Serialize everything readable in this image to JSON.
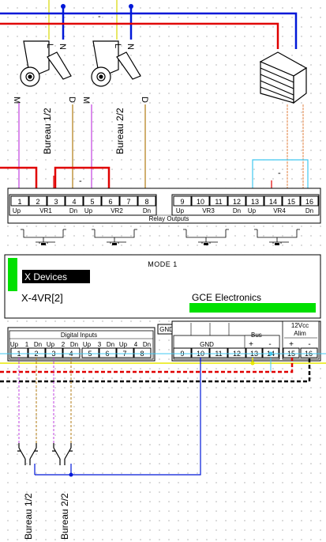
{
  "module": {
    "mode": "MODE 1",
    "brand": "X Devices",
    "model": "X-4VR[2]",
    "manufacturer": "GCE Electronics"
  },
  "relay_outputs": {
    "title": "Relay Outputs",
    "terminals": [
      "1",
      "2",
      "3",
      "4",
      "5",
      "6",
      "7",
      "8",
      "9",
      "10",
      "11",
      "12",
      "13",
      "14",
      "15",
      "16"
    ],
    "sublabels": [
      "Up",
      "VR1",
      "Dn",
      "Up",
      "VR2",
      "Dn",
      "Up",
      "VR3",
      "Dn",
      "Up",
      "VR4",
      "Dn"
    ]
  },
  "digital_inputs": {
    "title": "Digital Inputs",
    "sublabels": [
      "Up",
      "1",
      "Dn",
      "Up",
      "2",
      "Dn",
      "Up",
      "3",
      "Dn",
      "Up",
      "4",
      "Dn"
    ],
    "terminals": [
      "1",
      "2",
      "3",
      "4",
      "5",
      "6",
      "7",
      "8"
    ]
  },
  "bottom_right": {
    "gnd_box": "GND",
    "gnd": "GND",
    "bus": "Bus",
    "bus_plus": "+",
    "bus_minus": "-",
    "alim_line1": "12Vcc",
    "alim_line2": "Alim",
    "alim_plus": "+",
    "alim_minus": "-",
    "terminals": [
      "9",
      "10",
      "11",
      "12",
      "13",
      "14",
      "15",
      "16"
    ]
  },
  "motors": [
    {
      "label": "Bureau 1/2",
      "pins": [
        "L",
        "N",
        "M",
        "D"
      ]
    },
    {
      "label": "Bureau 2/2",
      "pins": [
        "L",
        "N",
        "M",
        "D"
      ]
    }
  ],
  "switches": [
    {
      "label": "Bureau 1/2"
    },
    {
      "label": "Bureau 2/2"
    }
  ],
  "wire_marks": {
    "minus": "-"
  },
  "colors": {
    "red": "#e00000",
    "blue": "#0018d8",
    "green": "#00e000",
    "yellow": "#e8e800",
    "cyan": "#40c8f0",
    "brown": "#b07a10",
    "violet": "#c040e0",
    "orange": "#e08040",
    "black_screen": "#000000"
  }
}
